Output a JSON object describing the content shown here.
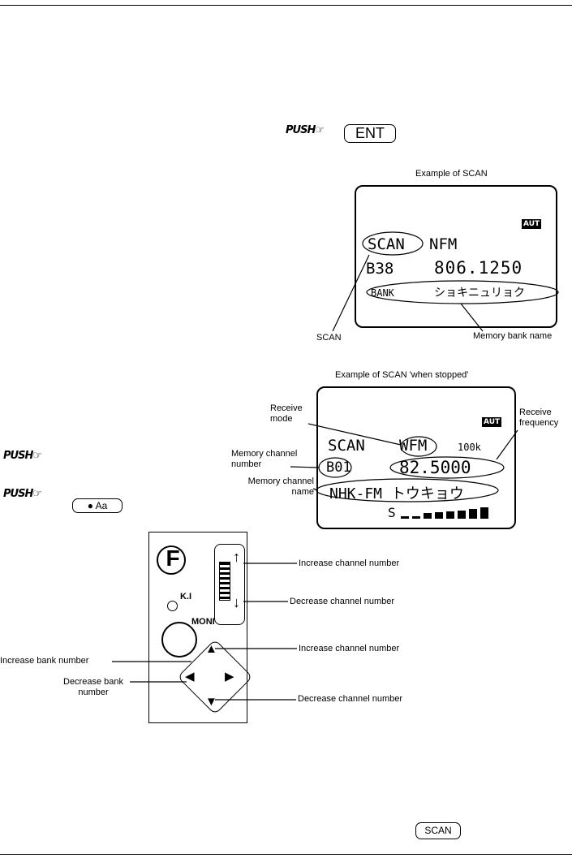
{
  "push_label": "PUSH☞",
  "keys": {
    "ent": "ENT",
    "aa": "● Aa",
    "scan": "SCAN"
  },
  "scan_example": {
    "caption": "Example of SCAN",
    "aut": "AUT",
    "line1_mode": "SCAN",
    "line1_rx": "NFM",
    "line2_ch": "B38",
    "line2_freq": "806.1250",
    "line3_bank": "BANK",
    "line3_name": "ショキニュリョク",
    "label_scan": "SCAN",
    "label_bank_name": "Memory bank name"
  },
  "stopped_example": {
    "caption": "Example of SCAN 'when stopped'",
    "aut": "AUT",
    "line1_mode": "SCAN",
    "line1_rx": "WFM",
    "line1_step": "100k",
    "line2_ch": "B01",
    "line2_freq": "82.5000",
    "line3_name": "NHK-FM トウキョウ",
    "signal": "S",
    "label_receive_mode": "Receive mode",
    "label_receive_freq": "Receive frequency",
    "label_ch_number": "Memory channel number",
    "label_ch_name": "Memory channel name"
  },
  "remote": {
    "f_key": "F",
    "ki": "K.I",
    "moni": "MONI",
    "labels": {
      "wheel_up": "Increase channel number",
      "wheel_down": "Decrease channel number",
      "pad_up": "Increase channel number",
      "pad_down": "Decrease channel number",
      "pad_left_up": "Increase bank number",
      "pad_left_down": "Decrease bank number"
    }
  }
}
